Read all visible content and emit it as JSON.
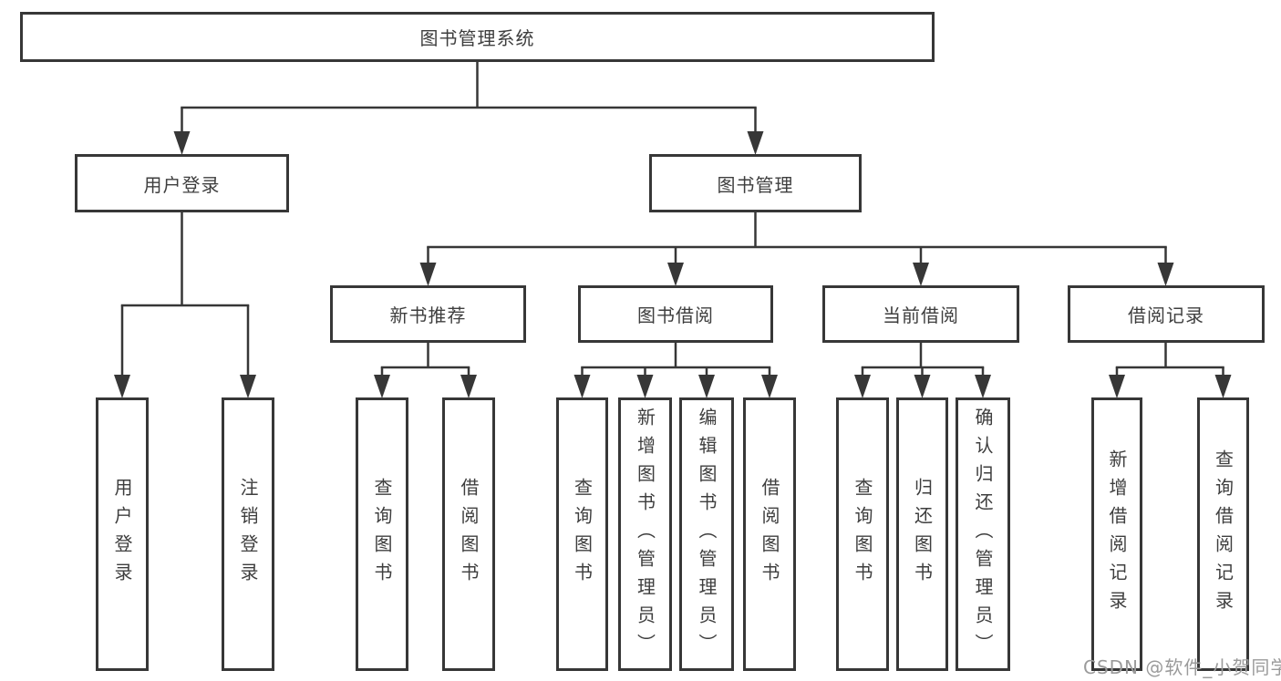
{
  "diagram": {
    "title": "图书管理系统",
    "tree": {
      "label": "图书管理系统",
      "children": [
        {
          "label": "用户登录",
          "children": [
            {
              "label": "用户登录"
            },
            {
              "label": "注销登录"
            }
          ]
        },
        {
          "label": "图书管理",
          "children": [
            {
              "label": "新书推荐",
              "children": [
                {
                  "label": "查询图书"
                },
                {
                  "label": "借阅图书"
                }
              ]
            },
            {
              "label": "图书借阅",
              "children": [
                {
                  "label": "查询图书"
                },
                {
                  "label": "新增图书（管理员）"
                },
                {
                  "label": "编辑图书（管理员）"
                },
                {
                  "label": "借阅图书"
                }
              ]
            },
            {
              "label": "当前借阅",
              "children": [
                {
                  "label": "查询图书"
                },
                {
                  "label": "归还图书"
                },
                {
                  "label": "确认归还（管理员）"
                }
              ]
            },
            {
              "label": "借阅记录",
              "children": [
                {
                  "label": "新增借阅记录"
                },
                {
                  "label": "查询借阅记录"
                }
              ]
            }
          ]
        }
      ]
    }
  },
  "watermark": "CSDN @软件_小贺同学",
  "colors": {
    "line": "#373737",
    "box_border": "#373737",
    "box_fill": "#ffffff",
    "text": "#3e3e3e",
    "watermark": "#9b9b9b",
    "background": "#ffffff"
  }
}
